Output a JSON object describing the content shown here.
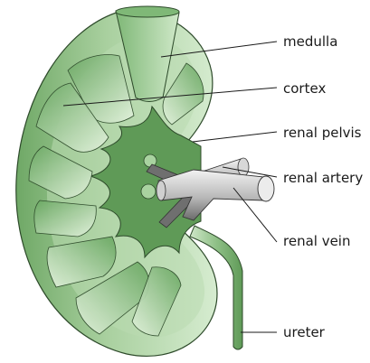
{
  "diagram": {
    "labels": {
      "medulla": "medulla",
      "cortex": "cortex",
      "renal_pelvis": "renal pelvis",
      "renal_artery": "renal artery",
      "renal_vein": "renal vein",
      "ureter": "ureter"
    },
    "colors": {
      "cortex_outer": "#6fa866",
      "cortex_light": "#cfe6c8",
      "pyramid_dark": "#74b06c",
      "pyramid_light": "#e0f0da",
      "pelvis": "#5f9a57",
      "vessel_light": "#e8e8e8",
      "vessel_dark": "#6f6f6f",
      "outline": "#2d4a2a",
      "label_text": "#1a1a1a"
    }
  }
}
